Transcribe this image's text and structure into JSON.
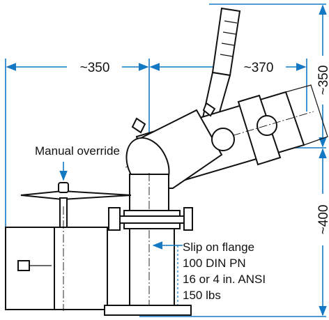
{
  "colors": {
    "dimension": "#1479c4",
    "ink": "#111111",
    "background": "#ffffff"
  },
  "dimensions": {
    "left_width": "~350",
    "right_width": "~370",
    "upper_height": "~350",
    "lower_height": "~400"
  },
  "labels": {
    "manual_override": "Manual override",
    "flange_spec": [
      "Slip on flange",
      "100 DIN PN",
      "16 or 4 in. ANSI",
      "150 lbs"
    ]
  }
}
